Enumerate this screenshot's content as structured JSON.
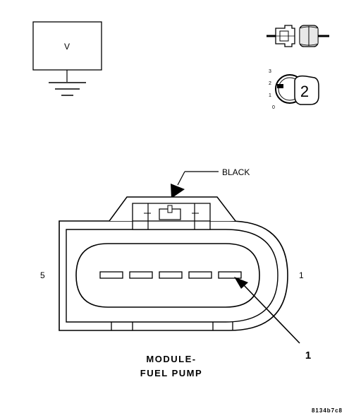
{
  "meter": {
    "symbol": "V"
  },
  "connector_view": {
    "scale_labels": [
      "3",
      "2",
      "1",
      "0"
    ],
    "badge": "2"
  },
  "connector": {
    "wire_color_label": "BLACK",
    "pin_left_label": "5",
    "pin_right_label": "1",
    "callout_number": "1",
    "title_line1": "MODULE-",
    "title_line2": "FUEL PUMP"
  },
  "figure_code": "8134b7c8"
}
